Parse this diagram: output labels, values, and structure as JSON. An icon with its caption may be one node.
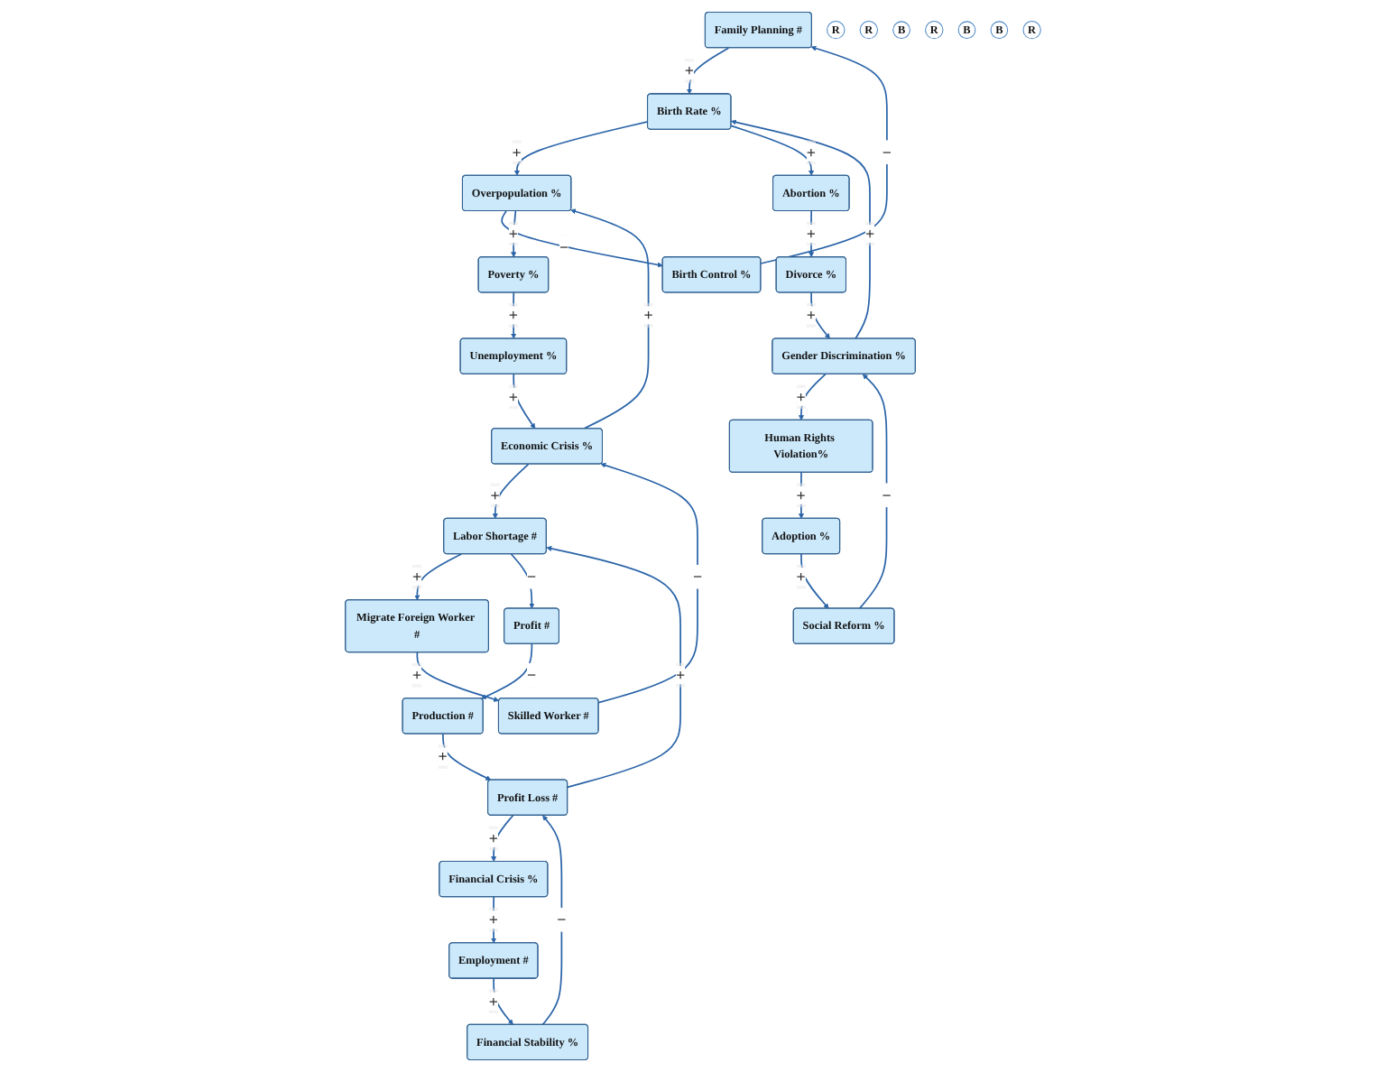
{
  "diagram": {
    "nodes": [
      {
        "text": [
          "Family Planning #"
        ]
      },
      {
        "text": [
          "Abortion %"
        ]
      },
      {
        "text": [
          "Birth Control %"
        ]
      },
      {
        "text": [
          "R"
        ]
      },
      {
        "text": [
          "Birth Rate %"
        ]
      },
      {
        "text": [
          "R"
        ]
      },
      {
        "text": [
          "Divorce %"
        ]
      },
      {
        "text": [
          "Skilled Worker #"
        ]
      },
      {
        "text": [
          "Overpopulation %"
        ]
      },
      {
        "text": [
          "Gender Discrimination %"
        ]
      },
      {
        "text": [
          "Migrate Foreign Worker #"
        ]
      },
      {
        "text": [
          "B"
        ]
      },
      {
        "text": [
          "Economic Crisis %"
        ]
      },
      {
        "text": [
          "R"
        ]
      },
      {
        "text": [
          "Poverty %"
        ]
      },
      {
        "text": [
          "Social Reform %"
        ]
      },
      {
        "text": [
          "B"
        ]
      },
      {
        "text": [
          "Human Rights Violation%"
        ]
      },
      {
        "text": [
          "Financial Stability %"
        ]
      },
      {
        "text": [
          "Labor Shortage #"
        ]
      },
      {
        "text": [
          "Unemployment %"
        ]
      },
      {
        "text": [
          "Adoption %"
        ]
      },
      {
        "text": [
          "Employment #"
        ]
      },
      {
        "text": [
          "B"
        ]
      },
      {
        "text": [
          "Profit Loss #"
        ]
      },
      {
        "text": [
          "R"
        ]
      },
      {
        "text": [
          "Profit #"
        ]
      },
      {
        "text": [
          "Financial Crisis %"
        ]
      },
      {
        "text": [
          "Production #"
        ]
      }
    ],
    "edges": [
      {
        "from": 2,
        "to": 0,
        "arrow": "to",
        "label": "−"
      },
      {
        "from": 0,
        "to": 4,
        "arrow": "to",
        "label": "+"
      },
      {
        "from": 4,
        "to": 8,
        "arrow": "to",
        "label": "+"
      },
      {
        "from": 8,
        "to": 2,
        "arrow": "to",
        "label": "−"
      },
      {
        "from": 4,
        "to": 1,
        "arrow": "to",
        "label": "+"
      },
      {
        "from": 1,
        "to": 6,
        "arrow": "to",
        "label": "+"
      },
      {
        "from": 6,
        "to": 9,
        "arrow": "to",
        "label": "+"
      },
      {
        "from": 9,
        "to": 4,
        "arrow": "to",
        "label": "+"
      },
      {
        "from": 12,
        "to": 8,
        "arrow": "to",
        "label": "+"
      },
      {
        "from": 8,
        "to": 14,
        "arrow": "to",
        "label": "+"
      },
      {
        "from": 14,
        "to": 20,
        "arrow": "to",
        "label": "+"
      },
      {
        "from": 20,
        "to": 12,
        "arrow": "to",
        "label": "+"
      },
      {
        "from": 15,
        "to": 9,
        "arrow": "to",
        "label": "−"
      },
      {
        "from": 9,
        "to": 17,
        "arrow": "to",
        "label": "+"
      },
      {
        "from": 17,
        "to": 21,
        "arrow": "to",
        "label": "+"
      },
      {
        "from": 21,
        "to": 15,
        "arrow": "to",
        "label": "+"
      },
      {
        "from": 10,
        "to": 7,
        "arrow": "to",
        "label": "+"
      },
      {
        "from": 7,
        "to": 12,
        "arrow": "to",
        "label": "−"
      },
      {
        "from": 12,
        "to": 19,
        "arrow": "to",
        "label": "+"
      },
      {
        "from": 19,
        "to": 10,
        "arrow": "to",
        "label": "+"
      },
      {
        "from": 24,
        "to": 19,
        "arrow": "to",
        "label": "+"
      },
      {
        "from": 19,
        "to": 26,
        "arrow": "to",
        "label": "−"
      },
      {
        "from": 26,
        "to": 28,
        "arrow": "to",
        "label": "−"
      },
      {
        "from": 28,
        "to": 24,
        "arrow": "to",
        "label": "+"
      },
      {
        "from": 22,
        "to": 18,
        "arrow": "to",
        "label": "+"
      },
      {
        "from": 18,
        "to": 24,
        "arrow": "to",
        "label": "−"
      },
      {
        "from": 24,
        "to": 27,
        "arrow": "to",
        "label": "+"
      },
      {
        "from": 27,
        "to": 22,
        "arrow": "to",
        "label": "+"
      }
    ]
  }
}
